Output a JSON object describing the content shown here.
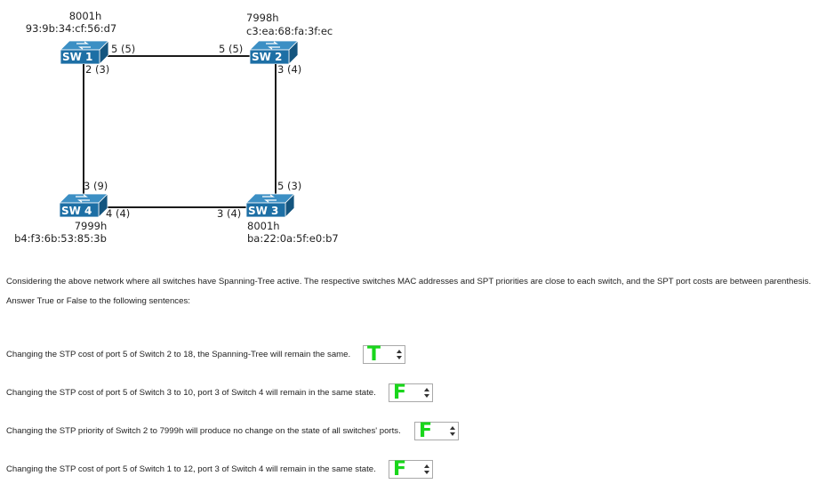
{
  "diagram": {
    "switches": [
      {
        "id": "sw1",
        "label": "SW 1",
        "priority": "8001h",
        "mac": "93:9b:34:cf:56:d7"
      },
      {
        "id": "sw2",
        "label": "SW 2",
        "priority": "7998h",
        "mac": "c3:ea:68:fa:3f:ec"
      },
      {
        "id": "sw3",
        "label": "SW 3",
        "priority": "8001h",
        "mac": "ba:22:0a:5f:e0:b7"
      },
      {
        "id": "sw4",
        "label": "SW 4",
        "priority": "7999h",
        "mac": "b4:f3:6b:53:85:3b"
      }
    ],
    "ports": {
      "sw1_right": "5 (5)",
      "sw1_down": "2 (3)",
      "sw2_left": "5 (5)",
      "sw2_down": "3 (4)",
      "sw3_up": "5 (3)",
      "sw3_left": "3 (4)",
      "sw4_up": "3 (9)",
      "sw4_right": "4 (4)"
    },
    "colors": {
      "switch_body": "#1d6fa5",
      "switch_top": "#3c8fc4",
      "label_bg": "#1d6fa5",
      "link": "#1b1b1b"
    }
  },
  "intro": {
    "line1": "Considering the above network where all switches have Spanning-Tree active. The respective switches MAC addresses and SPT priorities are close to each switch, and the SPT port costs are between parenthesis.",
    "line2": "Answer True or False to the following sentences:"
  },
  "questions": [
    {
      "text": "Changing the STP cost of port 5 of Switch 2 to 18, the Spanning-Tree will remain the same.",
      "answer": "T"
    },
    {
      "text": "Changing the STP cost of port 5 of Switch 3 to 10, port 3 of Switch 4 will remain in the same state.",
      "answer": "F"
    },
    {
      "text": "Changing the STP priority of Switch 2 to 7999h will produce no change on the state of all switches' ports.",
      "answer": "F"
    },
    {
      "text": "Changing the STP cost of port 5 of Switch 1 to 12, port 3 of Switch 4 will remain in the same state.",
      "answer": "F"
    }
  ],
  "answer_color": "#19d61b"
}
